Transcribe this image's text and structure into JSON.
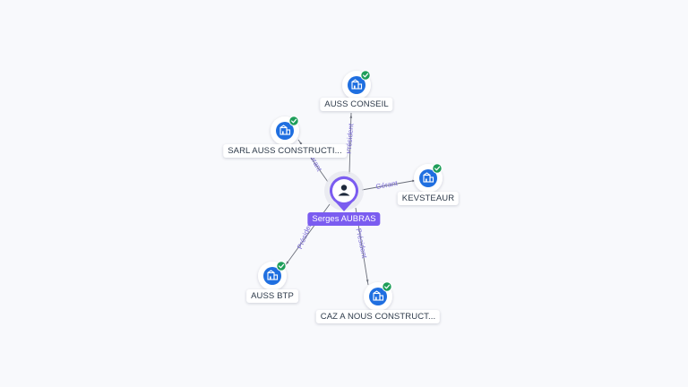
{
  "center": {
    "name": "Serges AUBRAS",
    "icon": "person-icon"
  },
  "companies": [
    {
      "name": "AUSS CONSEIL",
      "relation": "Président",
      "verified": true,
      "icon": "building-icon"
    },
    {
      "name": "SARL AUSS CONSTRUCTI...",
      "relation": "Gérant",
      "verified": true,
      "icon": "building-icon"
    },
    {
      "name": "KEVSTEAUR",
      "relation": "Gérant",
      "verified": true,
      "icon": "building-icon"
    },
    {
      "name": "AUSS BTP",
      "relation": "Président",
      "verified": true,
      "icon": "building-icon"
    },
    {
      "name": "CAZ A NOUS CONSTRUCT...",
      "relation": "Président",
      "verified": true,
      "icon": "building-icon"
    }
  ],
  "colors": {
    "accent": "#7b5cf0",
    "node_blue": "#1f6fe0",
    "verified_green": "#1e9e5a",
    "edge": "#6b6f7a"
  }
}
